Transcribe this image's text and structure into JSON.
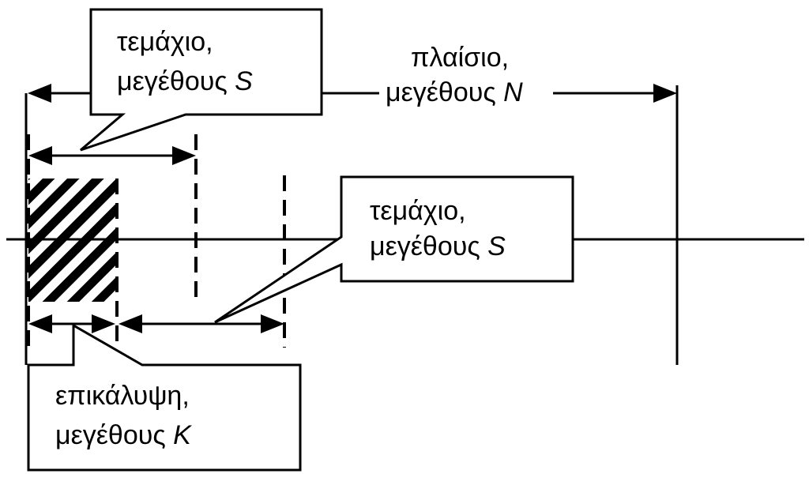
{
  "colors": {
    "stroke": "#000000",
    "background": "#ffffff"
  },
  "frame_label": {
    "line1": "πλαίσιο,",
    "line2_prefix": "μεγέθους ",
    "line2_var": "N"
  },
  "segment_top_label": {
    "line1": "τεμάχιο,",
    "line2_prefix": "μεγέθους ",
    "line2_var": "S"
  },
  "segment_right_label": {
    "line1": "τεμάχιο,",
    "line2_prefix": "μεγέθους ",
    "line2_var": "S"
  },
  "overlap_label": {
    "line1": "επικάλυψη,",
    "line2_prefix": "μεγέθους ",
    "line2_var": "K"
  }
}
